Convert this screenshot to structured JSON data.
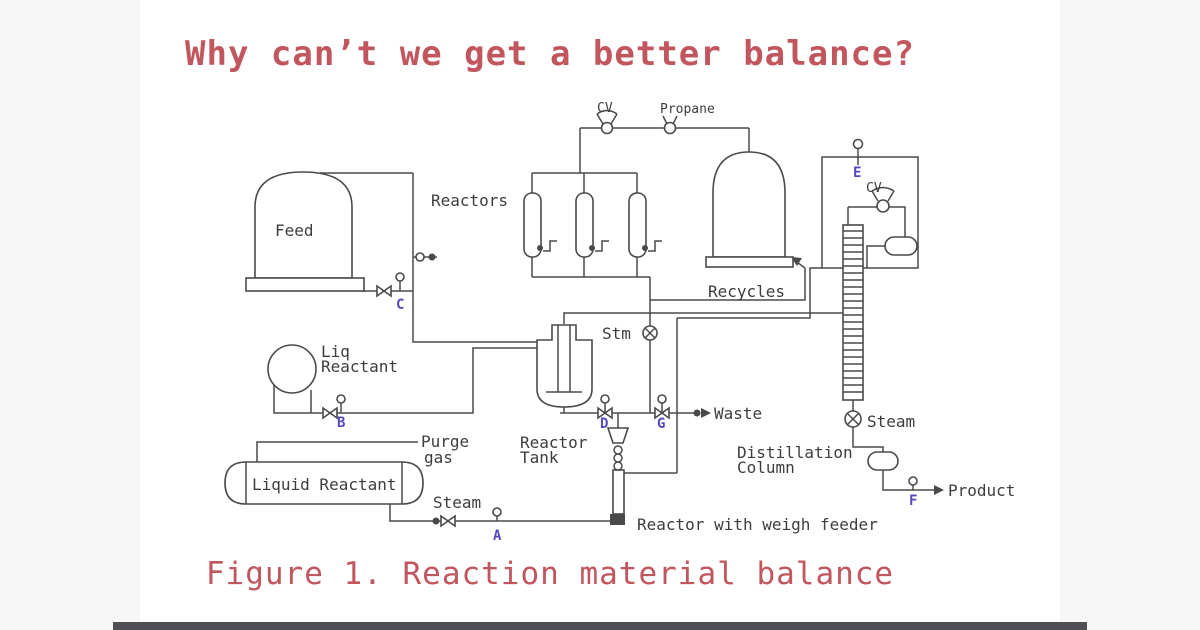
{
  "page": {
    "title": "Why can’t we get a better balance?",
    "caption": "Figure 1. Reaction material balance"
  },
  "colors": {
    "title_text": "#c2565e",
    "diagram_line": "#4a4a4d",
    "valve_letter_blue": "#5549c0",
    "side_margin": "#f6f6f7",
    "bottom_bar": "#4e4e54",
    "background": "#ffffff"
  },
  "diagram": {
    "equipment": {
      "feed_tank": "Feed",
      "reactors": "Reactors",
      "recycles": "Recycles",
      "liq_reactant_line1": "Liq",
      "liq_reactant_line2": "Reactant",
      "liquid_reactant_tank": "Liquid Reactant",
      "reactor_tank_line1": "Reactor",
      "reactor_tank_line2": "Tank",
      "distillation_line1": "Distillation",
      "distillation_line2": "Column",
      "weigh_feeder_note": "Reactor with weigh feeder"
    },
    "streams": {
      "propane": "Propane",
      "purge_line1": "Purge",
      "purge_line2": "gas",
      "stm": "Stm",
      "waste": "Waste",
      "steam_bottom": "Steam",
      "steam_column": "Steam",
      "product": "Product"
    },
    "valves": {
      "cv_top": "CV",
      "cv_condenser": "CV",
      "a": "A",
      "b": "B",
      "c": "C",
      "d": "D",
      "e": "E",
      "f": "F",
      "g": "G"
    }
  }
}
